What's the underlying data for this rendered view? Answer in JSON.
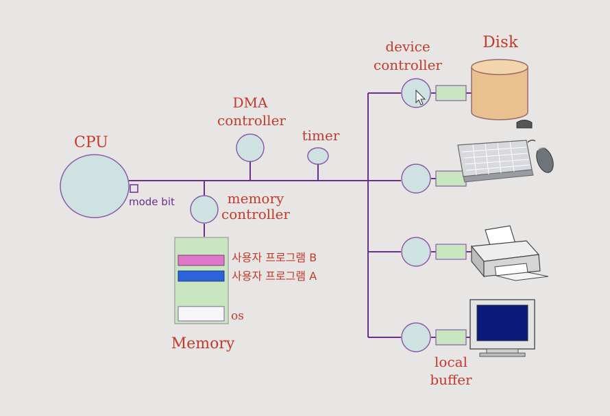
{
  "labels": {
    "cpu": "CPU",
    "mode_bit": "mode bit",
    "dma_line1": "DMA",
    "dma_line2": "controller",
    "timer": "timer",
    "memctl_line1": "memory",
    "memctl_line2": "controller",
    "memory": "Memory",
    "prog_b": "사용자 프로그램 B",
    "prog_a": "사용자 프로그램 A",
    "os": "os",
    "devctl_line1": "device",
    "devctl_line2": "controller",
    "disk": "Disk",
    "local_line1": "local",
    "local_line2": "buffer"
  },
  "colors": {
    "background": "#e8e6e4",
    "bus": "#6b2c8c",
    "node_fill": "#cfe2e2",
    "node_stroke": "#8b5aa8",
    "label_red": "#c4392b",
    "memory_fill": "#c8e6c0",
    "buffer_fill": "#c8e6c0",
    "prog_b_fill": "#dd77c7",
    "prog_a_fill": "#2d63d8",
    "disk_fill": "#e9c08e"
  },
  "icons": [
    "disk-icon",
    "keyboard-mouse-icon",
    "printer-icon",
    "monitor-icon",
    "mouse-cursor-icon"
  ]
}
